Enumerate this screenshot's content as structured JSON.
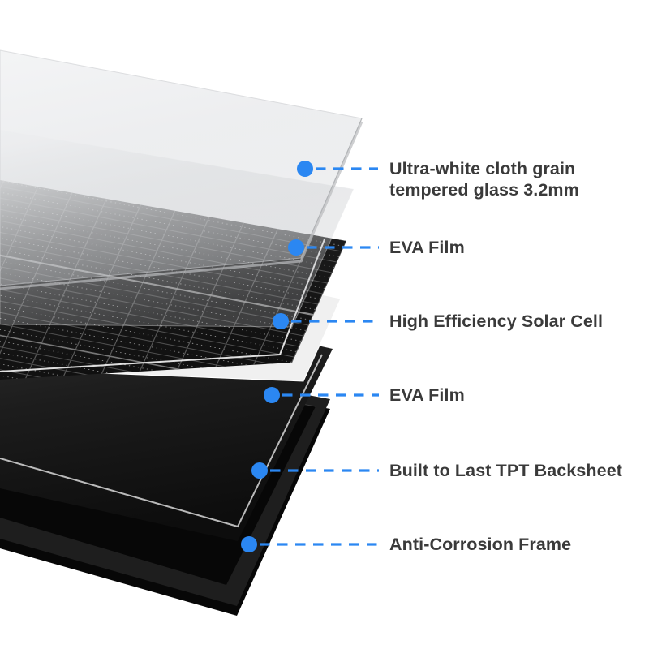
{
  "diagram": {
    "name": "solar-panel-exploded-view",
    "background_color": "#FFFFFF",
    "accent_color": "#2B87F2",
    "label_text_color": "#3A3A3A",
    "layers": [
      {
        "id": "tempered-glass",
        "label": "Ultra-white cloth grain tempered glass 3.2mm"
      },
      {
        "id": "eva-film-top",
        "label": "EVA Film"
      },
      {
        "id": "solar-cell",
        "label": "High Efficiency Solar Cell"
      },
      {
        "id": "eva-film-bottom",
        "label": "EVA Film"
      },
      {
        "id": "tpt-backsheet",
        "label": "Built to Last TPT Backsheet"
      },
      {
        "id": "frame",
        "label": "Anti-Corrosion Frame"
      }
    ]
  }
}
